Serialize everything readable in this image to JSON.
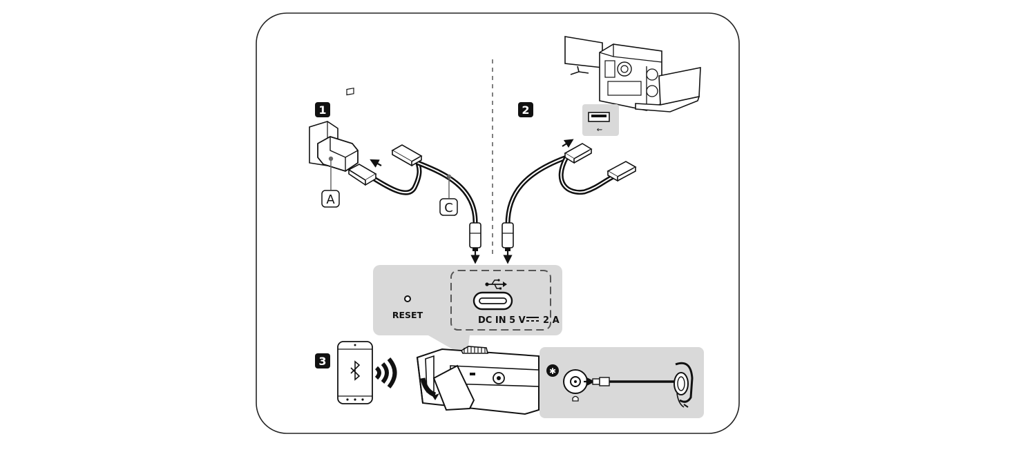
{
  "steps": {
    "one": "1",
    "two": "2",
    "three": "3"
  },
  "callouts": {
    "adapter": "A",
    "cable": "C"
  },
  "port_panel": {
    "reset_label": "RESET",
    "dc_in_label": "DC IN 5 V",
    "current_label": "2 A",
    "usb_symbol": "usb-symbol-icon"
  },
  "headphone_panel": {
    "note_mark": "✱"
  },
  "colors": {
    "line": "#111111",
    "panel_gray": "#d9d9d9",
    "page_bg": "#ffffff",
    "badge": "#111111"
  },
  "icons": [
    "wall-outlet-icon",
    "power-adapter-icon",
    "usb-a-plug-icon",
    "usb-c-plug-icon",
    "monitor-icon",
    "desktop-pc-icon",
    "laptop-icon",
    "usb-a-port-icon",
    "smartphone-icon",
    "bluetooth-icon",
    "sound-waves-icon",
    "headphones-icon",
    "audio-jack-icon",
    "speaker-device-icon",
    "arrow-down-icon"
  ]
}
